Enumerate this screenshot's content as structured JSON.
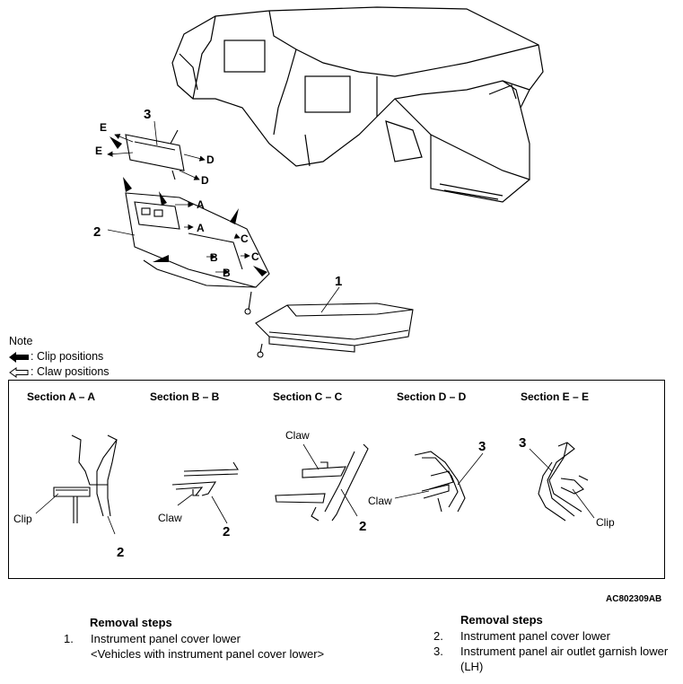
{
  "callouts": {
    "one": "1",
    "two": "2",
    "three": "3",
    "a": "A",
    "b": "B",
    "c": "C",
    "d": "D",
    "e": "E"
  },
  "note": {
    "title": "Note",
    "clip_label": ": Clip positions",
    "claw_label": ": Claw positions"
  },
  "sections": [
    {
      "title": "Section A – A",
      "label": "Clip",
      "part": "2"
    },
    {
      "title": "Section B – B",
      "label": "Claw",
      "part": "2"
    },
    {
      "title": "Section C – C",
      "label": "Claw",
      "part": "2"
    },
    {
      "title": "Section D – D",
      "label": "Claw",
      "part": "3"
    },
    {
      "title": "Section E – E",
      "label": "Clip",
      "part": "3"
    }
  ],
  "figure_code": "AC802309AB",
  "removal_left": {
    "title": "Removal steps",
    "items": [
      {
        "num": "1.",
        "text": "Instrument panel cover lower",
        "extra": "<Vehicles with instrument panel cover lower>"
      }
    ]
  },
  "removal_right": {
    "title": "Removal steps",
    "items": [
      {
        "num": "2.",
        "text": "Instrument panel cover lower"
      },
      {
        "num": "3.",
        "text": "Instrument panel air outlet garnish lower (LH)"
      }
    ]
  }
}
